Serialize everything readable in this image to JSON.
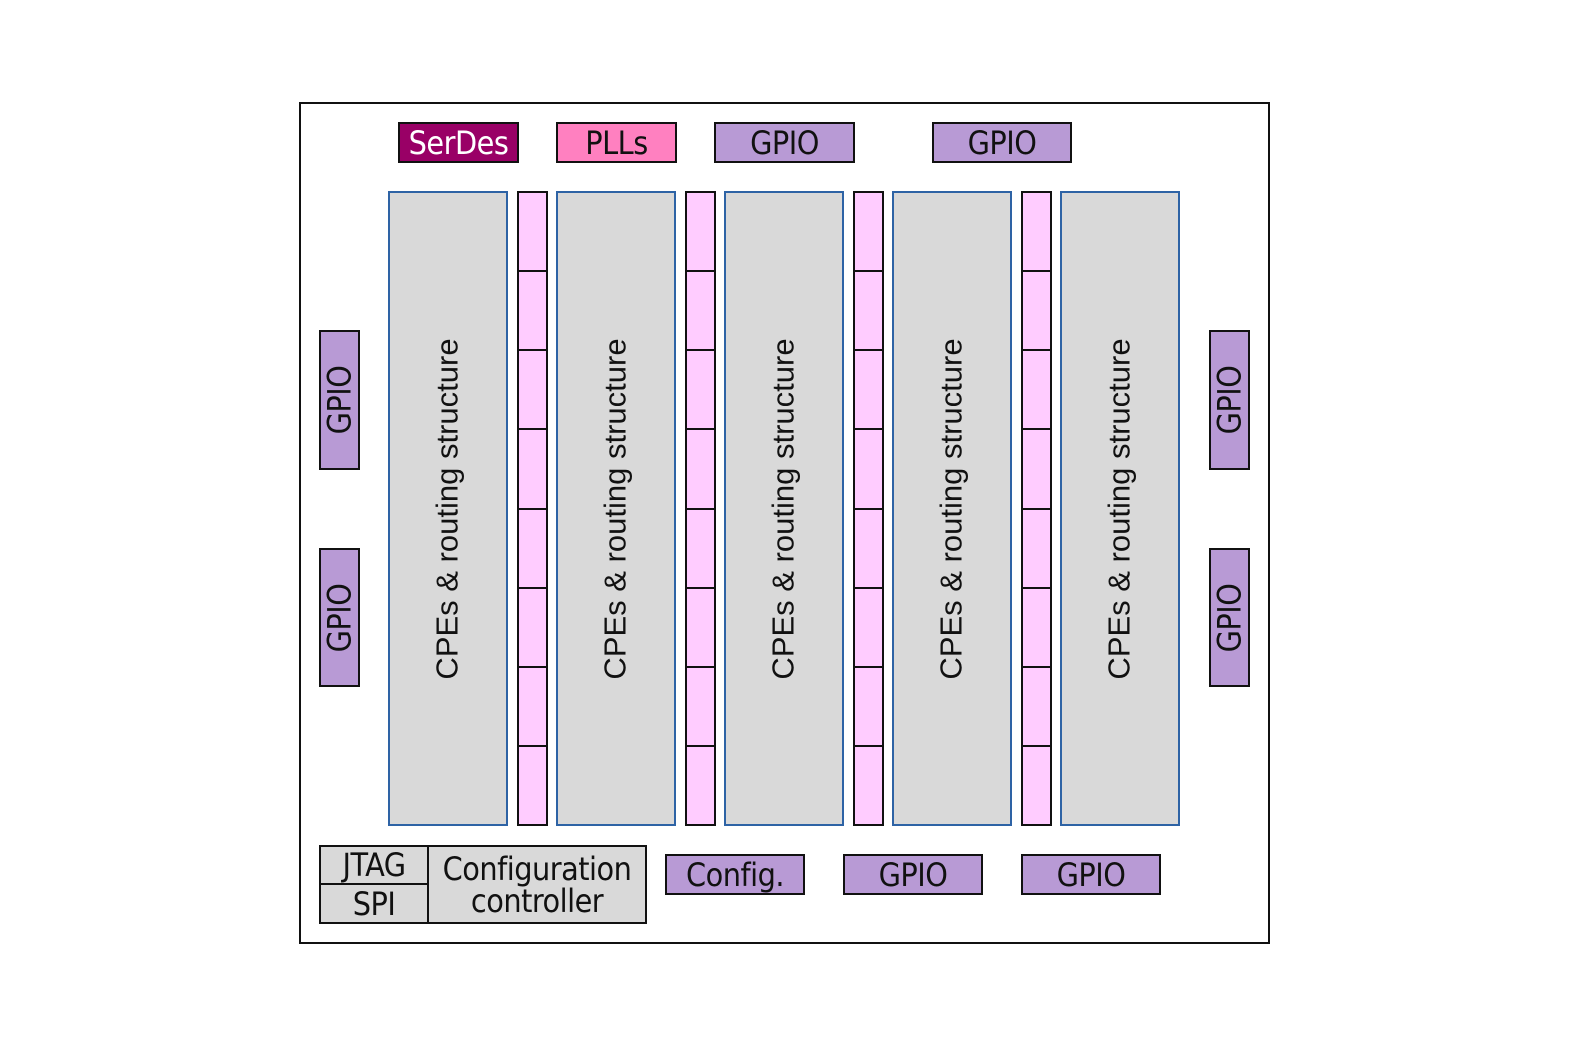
{
  "diagram": {
    "title": "FPGA block diagram",
    "colors": {
      "gpio": "#b89ad5",
      "serdes": "#990066",
      "pll": "#ff80c0",
      "cpe_fill": "#d9d9d9",
      "cpe_border": "#2e63a5",
      "bram_fill": "#ffccff",
      "controller_fill": "#d9d9d9"
    },
    "top_row": {
      "serdes": "SerDes",
      "plls": "PLLs",
      "gpio_1": "GPIO",
      "gpio_2": "GPIO"
    },
    "left_side": {
      "gpio_1": "GPIO",
      "gpio_2": "GPIO"
    },
    "right_side": {
      "gpio_1": "GPIO",
      "gpio_2": "GPIO"
    },
    "cpe_columns": [
      {
        "label": "CPEs & routing structure"
      },
      {
        "label": "CPEs & routing structure"
      },
      {
        "label": "CPEs & routing structure"
      },
      {
        "label": "CPEs & routing structure"
      },
      {
        "label": "CPEs & routing structure"
      }
    ],
    "bram_columns": {
      "count": 4,
      "cells_per_column": 8
    },
    "bottom_row": {
      "jtag": "JTAG",
      "spi": "SPI",
      "config_controller_line1": "Configuration",
      "config_controller_line2": "controller",
      "config": "Config.",
      "gpio_1": "GPIO",
      "gpio_2": "GPIO"
    }
  }
}
